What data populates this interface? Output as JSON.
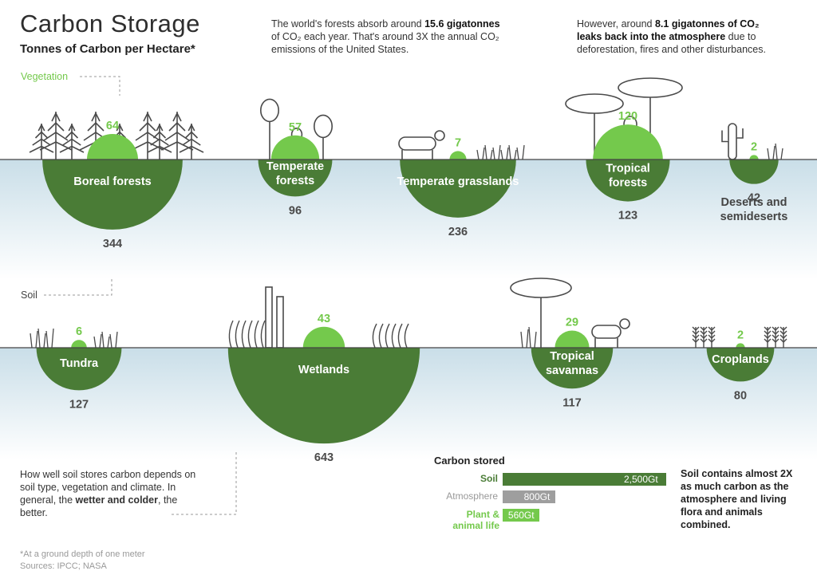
{
  "title": "Carbon Storage",
  "subtitle": "Tonnes of Carbon per Hectare*",
  "intro_left": {
    "pre": "The world's forests absorb around ",
    "bold": "15.6 gigatonnes",
    "line2": "of CO₂ each year. That's around 3X the annual CO₂",
    "line3": "emissions of the United States."
  },
  "intro_right": {
    "pre": "However, around ",
    "bold1": "8.1 gigatonnes of CO₂",
    "bold2": "leaks back into the atmosphere",
    "post": " due to",
    "line3": "deforestation, fires and other disturbances."
  },
  "legend": {
    "vegetation": "Vegetation",
    "soil": "Soil"
  },
  "colors": {
    "soil": "#4a7c36",
    "vegetation": "#74c94c",
    "water": "#c9dee8",
    "icon": "#4a4a4a"
  },
  "chart_data": {
    "type": "bar",
    "title": "Carbon Storage",
    "subtitle": "Tonnes of Carbon per Hectare*",
    "categories": [
      "Boreal forests",
      "Temperate forests",
      "Temperate grasslands",
      "Tropical forests",
      "Deserts and semideserts",
      "Tundra",
      "Wetlands",
      "Tropical savannas",
      "Croplands"
    ],
    "series": [
      {
        "name": "Vegetation",
        "values": [
          64,
          57,
          7,
          120,
          2,
          6,
          43,
          29,
          2
        ]
      },
      {
        "name": "Soil",
        "values": [
          344,
          96,
          236,
          123,
          42,
          127,
          643,
          117,
          80
        ]
      }
    ]
  },
  "biome_labels": [
    [
      "Boreal forests"
    ],
    [
      "Temperate",
      "forests"
    ],
    [
      "Temperate grasslands"
    ],
    [
      "Tropical",
      "forests"
    ],
    [
      "Deserts and",
      "semideserts"
    ],
    [
      "Tundra"
    ],
    [
      "Wetlands"
    ],
    [
      "Tropical",
      "savannas"
    ],
    [
      "Croplands"
    ]
  ],
  "soil_note": {
    "text": "How well soil stores carbon depends on soil type, vegetation and climate. In general, the ",
    "bold": "wetter and colder",
    "post": ", the better."
  },
  "carbon_stored": {
    "title": "Carbon stored",
    "bars": [
      {
        "label": "Soil",
        "value": 2500,
        "value_label": "2,500Gt",
        "color": "#4a7c36"
      },
      {
        "label": "Atmosphere",
        "value": 800,
        "value_label": "800Gt",
        "color": "#9e9e9e"
      },
      {
        "label": "Plant & animal life",
        "value": 560,
        "value_label": "560Gt",
        "color": "#74c94c"
      }
    ],
    "note": "Soil contains almost 2X as much carbon as the atmosphere and living flora and animals combined."
  },
  "footnote": "*At a ground depth of one meter",
  "sources": "Sources: IPCC; NASA"
}
